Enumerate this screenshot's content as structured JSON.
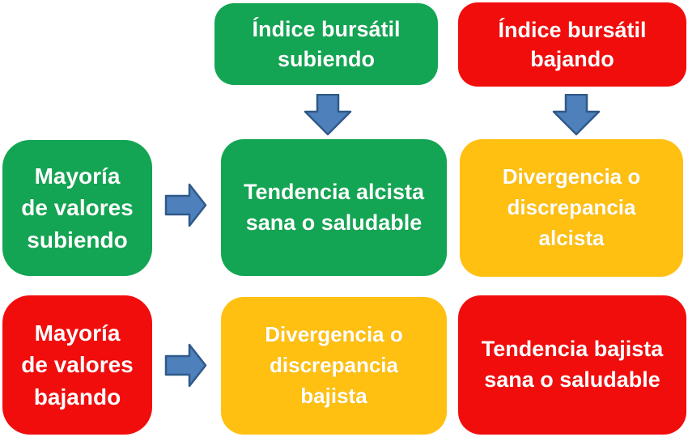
{
  "diagram": {
    "background": "#ffffff",
    "colors": {
      "green": "#13a553",
      "red": "#f20d0d",
      "amber": "#ffc011",
      "text": "#ffffff",
      "arrow_fill": "#4e80bc",
      "arrow_stroke": "#2f5a88"
    },
    "boxes": {
      "index_rising": {
        "label": "Índice bursátil\nsubiendo",
        "color": "green"
      },
      "index_falling": {
        "label": "Índice bursátil\nbajando",
        "color": "red"
      },
      "majority_rising": {
        "label": "Mayoría\nde valores\nsubiendo",
        "color": "green"
      },
      "healthy_uptrend": {
        "label": "Tendencia alcista\nsana o saludable",
        "color": "green"
      },
      "bullish_divergence": {
        "label": "Divergencia o\ndiscrepancia\nalcista",
        "color": "amber"
      },
      "majority_falling": {
        "label": "Mayoría\nde valores\nbajando",
        "color": "red"
      },
      "bearish_divergence": {
        "label": "Divergencia o\ndiscrepancia\nbajista",
        "color": "amber"
      },
      "healthy_downtrend": {
        "label": "Tendencia bajista\nsana o saludable",
        "color": "red"
      }
    },
    "arrows": [
      {
        "name": "arrow-down-from-index-rising",
        "direction": "down"
      },
      {
        "name": "arrow-down-from-index-falling",
        "direction": "down"
      },
      {
        "name": "arrow-right-from-majority-rising",
        "direction": "right"
      },
      {
        "name": "arrow-right-from-majority-falling",
        "direction": "right"
      }
    ]
  }
}
